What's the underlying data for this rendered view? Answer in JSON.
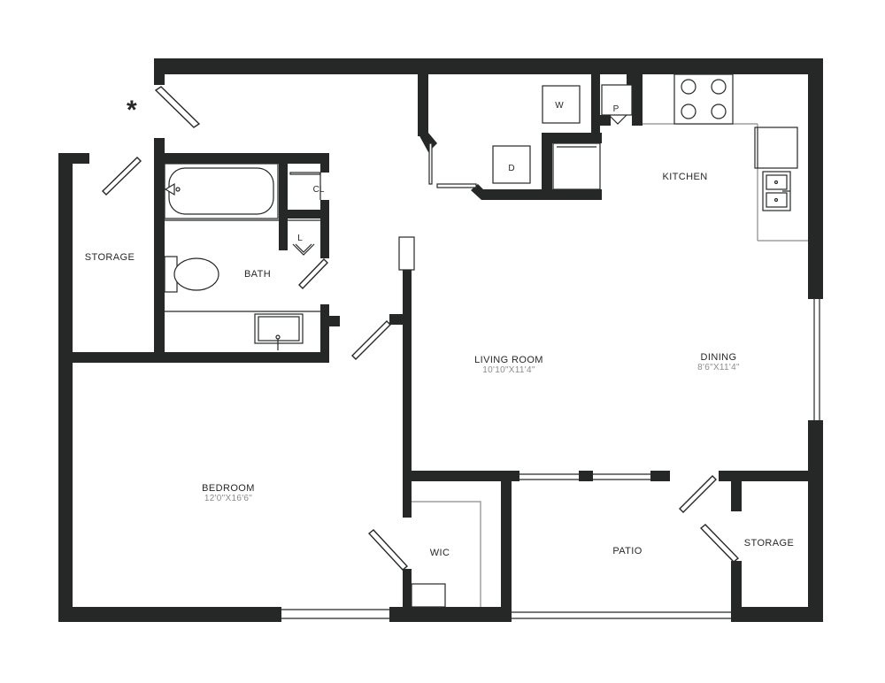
{
  "rooms": {
    "kitchen": "KITCHEN",
    "living": {
      "name": "LIVING ROOM",
      "dims": "10'10\"X11'4\""
    },
    "dining": {
      "name": "DINING",
      "dims": "8'6\"X11'4\""
    },
    "bedroom": {
      "name": "BEDROOM",
      "dims": "12'0\"X16'6\""
    },
    "bath": "BATH",
    "storage_left": "STORAGE",
    "storage_right": "STORAGE",
    "wic": "WIC",
    "patio": "PATIO"
  },
  "fixtures": {
    "washer": "W",
    "dryer": "D",
    "pantry": "P",
    "closet": "CL",
    "linen": "L"
  },
  "markers": {
    "entry": "*"
  }
}
